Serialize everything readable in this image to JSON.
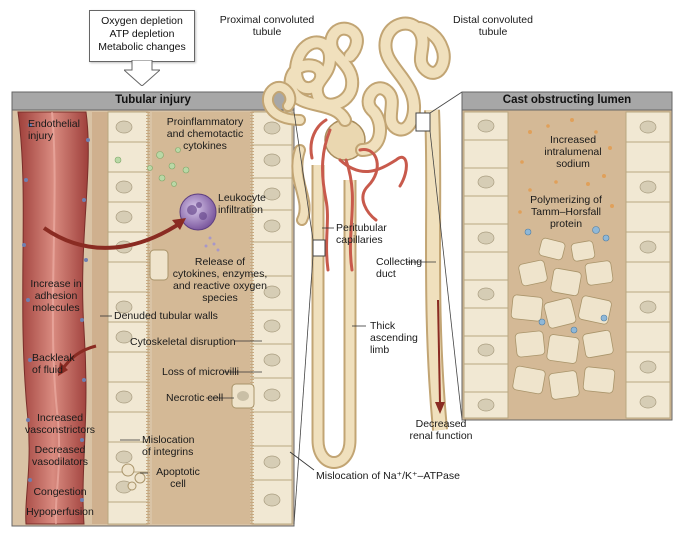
{
  "callout": {
    "lines": [
      "Oxygen depletion",
      "ATP depletion",
      "Metabolic changes"
    ]
  },
  "panels": {
    "left_title": "Tubular injury",
    "right_title": "Cast obstructing lumen"
  },
  "labels": {
    "proximal": "Proximal convoluted\ntubule",
    "distal": "Distal convoluted\ntubule",
    "endothelial": "Endothelial\ninjury",
    "cytokines": "Proinflammatory\nand chemotactic\ncytokines",
    "leukocyte": "Leukocyte\ninfiltration",
    "release": "Release of\ncytokines, enzymes,\nand reactive oxygen\nspecies",
    "adhesion": "Increase in\nadhesion\nmolecules",
    "denuded": "Denuded tubular walls",
    "cytoskeletal": "Cytoskeletal disruption",
    "backleak": "Backleak\nof fluid",
    "microvilli": "Loss of microvilli",
    "necrotic": "Necrotic cell",
    "vasoconstrictors": "Increased\nvasconstrictors",
    "integrins": "Mislocation\nof integrins",
    "vasodilators": "Decreased\nvasodilators",
    "apoptotic": "Apoptotic\ncell",
    "congestion": "Congestion",
    "hypoperfusion": "Hypoperfusion",
    "peritubular": "Peritubular\ncapillaries",
    "collecting": "Collecting\nduct",
    "thick_limb": "Thick\nascending\nlimb",
    "decreased_renal": "Decreased\nrenal function",
    "mislocation_na": "Mislocation of Na⁺/K⁺–ATPase",
    "intralumenal": "Increased\nintralumenal\nsodium",
    "tamm": "Polymerizing of\nTamm–Horsfall\nprotein"
  },
  "colors": {
    "panel_bg": "#d9c3a5",
    "panel_header": "#a7a7a7",
    "vessel": "#b8564f",
    "vessel_light": "#d98b80",
    "cell": "#f1e8d3",
    "cell_edge": "#b9a780",
    "nucleus": "#cfc7b2",
    "tubule": "#ead7b0",
    "tubule_edge": "#a98d5d",
    "capillary": "#c85a4c",
    "arrow_red": "#8a2b22",
    "drop_green": "#b9d8a6",
    "drop_blue": "#8fb8d8",
    "drop_orange": "#e0a05a",
    "leukocyte": "#9a7ab8"
  }
}
